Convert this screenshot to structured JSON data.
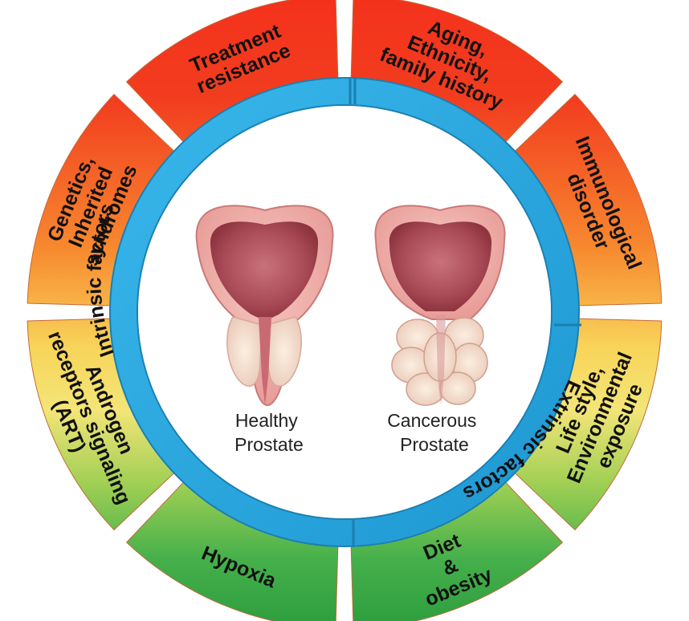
{
  "ring_labels": {
    "intrinsic": "Intrinsic factors",
    "extrinsic": "Extrinsic factors"
  },
  "segments": [
    {
      "key": "treatment",
      "lines": [
        "Treatment",
        "resistance"
      ]
    },
    {
      "key": "aging",
      "lines": [
        "Aging,",
        "Ethnicity,",
        "family history"
      ]
    },
    {
      "key": "immuno",
      "lines": [
        "Immunological",
        "disorder"
      ]
    },
    {
      "key": "lifestyle",
      "lines": [
        "Life style,",
        "Environmental",
        "exposure"
      ]
    },
    {
      "key": "diet",
      "lines": [
        "Diet",
        "&",
        "obesity"
      ]
    },
    {
      "key": "hypoxia",
      "lines": [
        "Hypoxia"
      ]
    },
    {
      "key": "androgen",
      "lines": [
        "Androgen",
        "receptors signaling",
        "(ART)"
      ]
    },
    {
      "key": "genetics",
      "lines": [
        "Genetics,",
        "Inherited",
        "syndromes"
      ]
    }
  ],
  "captions": {
    "healthy": [
      "Healthy",
      "Prostate"
    ],
    "cancerous": [
      "Cancerous",
      "Prostate"
    ]
  },
  "colors": {
    "ring": "#29a6de",
    "ring_edge": "#1b7fb2",
    "red": "#f03a1e",
    "orange": "#f68a34",
    "yellow": "#f6df6c",
    "green": "#3fae4a"
  }
}
